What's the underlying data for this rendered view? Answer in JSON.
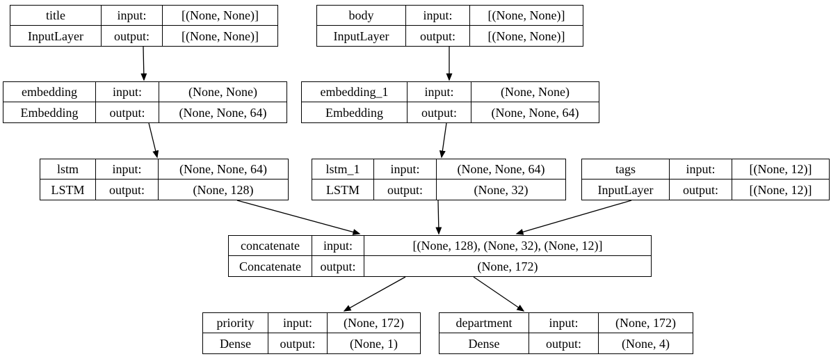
{
  "diagram": {
    "kind": "keras-model-architecture-graph",
    "field_labels": {
      "input": "input:",
      "output": "output:"
    },
    "colors": {
      "background": "#ffffff",
      "node_fill": "#ffffff",
      "node_border": "#000000",
      "edge": "#000000",
      "text": "#000000"
    },
    "nodes": [
      {
        "id": "title",
        "name": "title",
        "layer_type": "InputLayer",
        "input_shape": "[(None, None)]",
        "output_shape": "[(None, None)]"
      },
      {
        "id": "body",
        "name": "body",
        "layer_type": "InputLayer",
        "input_shape": "[(None, None)]",
        "output_shape": "[(None, None)]"
      },
      {
        "id": "embedding",
        "name": "embedding",
        "layer_type": "Embedding",
        "input_shape": "(None, None)",
        "output_shape": "(None, None, 64)"
      },
      {
        "id": "embedding_1",
        "name": "embedding_1",
        "layer_type": "Embedding",
        "input_shape": "(None, None)",
        "output_shape": "(None, None, 64)"
      },
      {
        "id": "lstm",
        "name": "lstm",
        "layer_type": "LSTM",
        "input_shape": "(None, None, 64)",
        "output_shape": "(None, 128)"
      },
      {
        "id": "lstm_1",
        "name": "lstm_1",
        "layer_type": "LSTM",
        "input_shape": "(None, None, 64)",
        "output_shape": "(None, 32)"
      },
      {
        "id": "tags",
        "name": "tags",
        "layer_type": "InputLayer",
        "input_shape": "[(None, 12)]",
        "output_shape": "[(None, 12)]"
      },
      {
        "id": "concatenate",
        "name": "concatenate",
        "layer_type": "Concatenate",
        "input_shape": "[(None, 128), (None, 32), (None, 12)]",
        "output_shape": "(None, 172)"
      },
      {
        "id": "priority",
        "name": "priority",
        "layer_type": "Dense",
        "input_shape": "(None, 172)",
        "output_shape": "(None, 1)"
      },
      {
        "id": "department",
        "name": "department",
        "layer_type": "Dense",
        "input_shape": "(None, 172)",
        "output_shape": "(None, 4)"
      }
    ],
    "edges": [
      {
        "from": "title",
        "to": "embedding"
      },
      {
        "from": "body",
        "to": "embedding_1"
      },
      {
        "from": "embedding",
        "to": "lstm"
      },
      {
        "from": "embedding_1",
        "to": "lstm_1"
      },
      {
        "from": "lstm",
        "to": "concatenate"
      },
      {
        "from": "lstm_1",
        "to": "concatenate"
      },
      {
        "from": "tags",
        "to": "concatenate"
      },
      {
        "from": "concatenate",
        "to": "priority"
      },
      {
        "from": "concatenate",
        "to": "department"
      }
    ]
  }
}
